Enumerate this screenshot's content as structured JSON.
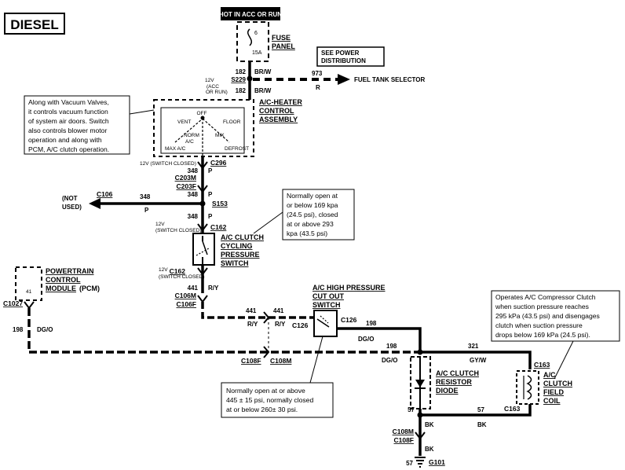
{
  "page": {
    "tag": "DIESEL"
  },
  "top": {
    "hot_label": "HOT IN ACC OR RUN",
    "fuse_number": "6",
    "fuse_rating": "15A",
    "fuse_panel_line1": "FUSE",
    "fuse_panel_line2": "PANEL",
    "see_power_line1": "SEE POWER",
    "see_power_line2": "DISTRIBUTION"
  },
  "circuits": {
    "c182_top": "182",
    "br_w_top": "BR/W",
    "s229": "S229",
    "twelve_v": "12V",
    "acc_or_run_1": "(ACC",
    "acc_or_run_2": "OR RUN)",
    "c973": "973",
    "r_label": "R",
    "fuel_tank_selector": "FUEL TANK SELECTOR",
    "c182_bottom": "182",
    "br_w_bottom": "BR/W",
    "switch_closed_1": "12V (SWITCH CLOSED)",
    "c296": "C296",
    "c348_a": "348",
    "p_a": "P",
    "c203m": "C203M",
    "c203f": "C203F",
    "c348_b": "348",
    "p_b": "P",
    "c106_left": "C106",
    "not_used_1": "(NOT",
    "not_used_2": "USED)",
    "c348_left": "348",
    "p_left": "P",
    "s153": "S153",
    "c348_c": "348",
    "p_c": "P",
    "twelve_v_2": "12V",
    "switch_closed_2": "(SWITCH  CLOSED)",
    "c162_top": "C162",
    "twelve_v_3": "12V",
    "switch_closed_3": "(SWITCH CLOSED)",
    "c162_bottom": "C162",
    "c441_a": "441",
    "r_y_a": "R/Y",
    "c106m": "C106M",
    "c106f": "C106F",
    "c441_b": "441",
    "r_y_b": "R/Y",
    "c441_c": "441",
    "r_y_c": "R/Y",
    "c126_left": "C126",
    "c126_right": "C126",
    "c198_right": "198",
    "dg_o_right": "DG/O",
    "c198_left": "198",
    "dg_o_left": "DG/O",
    "c1027": "C1027",
    "pin41": "41",
    "c108f_mid": "C108F",
    "c108m_mid": "C108M",
    "c198_bottom": "198",
    "dg_o_bottom": "DG/O",
    "c321": "321",
    "gy_w": "GY/W",
    "c163_top": "C163",
    "c163_bottom": "C163",
    "c57_a": "57",
    "c57_b": "57",
    "bk_a": "BK",
    "bk_b": "BK",
    "c108m_bottom": "C108M",
    "c108f_bottom": "C108F",
    "bk_c": "BK",
    "c57_ground": "57",
    "g101": "G101"
  },
  "components": {
    "ac_heater_line1": "A/C-HEATER",
    "ac_heater_line2": "CONTROL",
    "ac_heater_line3": "ASSEMBLY",
    "knob_off": "OFF",
    "knob_vent": "VENT",
    "knob_floor": "FLOOR",
    "knob_norm": "NORM",
    "knob_ac": "A/C",
    "knob_mix": "MIX",
    "knob_max_ac": "MAX A/C",
    "knob_defrost": "DEFROST",
    "cycling_line1": "A/C CLUTCH",
    "cycling_line2": "CYCLING",
    "cycling_line3": "PRESSURE",
    "cycling_line4": "SWITCH",
    "pcm_line1": "POWERTRAIN",
    "pcm_line2": "CONTROL",
    "pcm_line3": "MODULE",
    "pcm_line3b": "(PCM)",
    "high_pressure_line1": "A/C HIGH PRESSURE",
    "high_pressure_line2": "CUT OUT",
    "high_pressure_line3": "SWITCH",
    "resistor_line1": "A/C CLUTCH",
    "resistor_line2": "RESISTOR",
    "resistor_line3": "DIODE",
    "field_line1": "A/C",
    "field_line2": "CLUTCH",
    "field_line3": "FIELD",
    "field_line4": "COIL"
  },
  "notes": {
    "vacuum": [
      "Along with Vacuum Valves,",
      "it controls vacuum function",
      "of system air doors. Switch",
      "also controls blower motor",
      "operation and along with",
      "PCM, A/C clutch operation."
    ],
    "cycling": [
      "Normally open at",
      "or below 169 kpa",
      "(24.5 psi), closed",
      "at or above 293",
      "kpa (43.5 psi)"
    ],
    "high_pressure": [
      "Normally open at or above",
      "445 ± 15 psi, normally closed",
      "at or below 260± 30 psi."
    ],
    "compressor": [
      "Operates A/C Compressor Clutch",
      "when suction pressure reaches",
      "295 kPa (43.5 psi) and disengages",
      "clutch when suction pressure",
      "drops below 169 kPa (24.5 psi)."
    ]
  }
}
